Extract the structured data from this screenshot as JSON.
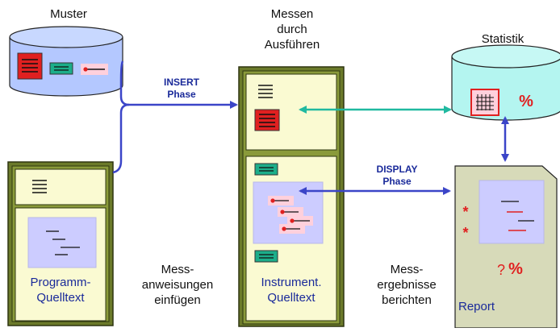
{
  "labels": {
    "muster": "Muster",
    "messen_line1": "Messen",
    "messen_line2": "durch",
    "messen_line3": "Ausführen",
    "statistik": "Statistik",
    "insert_line1": "INSERT",
    "insert_line2": "Phase",
    "display_line1": "DISPLAY",
    "display_line2": "Phase",
    "programm_line1": "Programm-",
    "programm_line2": "Quelltext",
    "instrument_line1": "Instrument.",
    "instrument_line2": "Quelltext",
    "mess_insert_line1": "Mess-",
    "mess_insert_line2": "anweisungen",
    "mess_insert_line3": "einfügen",
    "mess_report_line1": "Mess-",
    "mess_report_line2": "ergebnisse",
    "mess_report_line3": "berichten",
    "report": "Report",
    "percent_stat": "%",
    "report_question": "?",
    "report_percent": "%",
    "asterisk_1": "*",
    "asterisk_2": "*"
  },
  "colors": {
    "cylinder_muster": "#b4c8ff",
    "cylinder_stat": "#b4f5f0",
    "panel_yellow": "#fafad2",
    "frame_olive": "#6b7a2a",
    "code_panel": "#ccccff",
    "arrow_blue": "#3b45c8",
    "arrow_teal": "#20b9a0",
    "red": "#e02020",
    "green_block": "#1cae8a",
    "report_bg": "#d7dab9"
  }
}
